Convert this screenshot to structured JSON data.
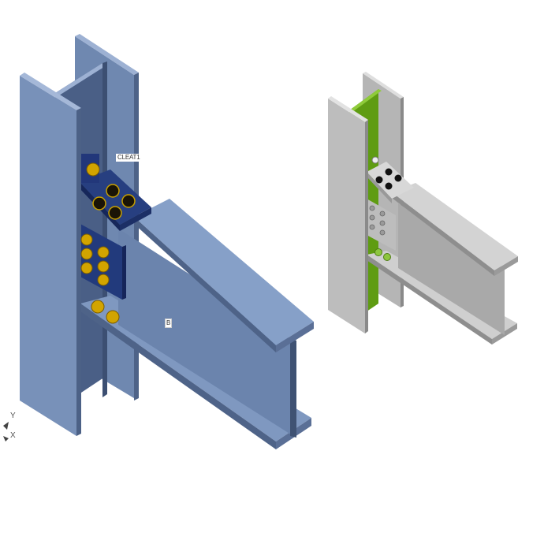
{
  "labels": {
    "cleat": "CLEAT1",
    "beam": "B"
  },
  "axes": {
    "y": "Y",
    "x": "X"
  },
  "models": [
    {
      "name": "colored-connection-model",
      "components": [
        "column",
        "beam",
        "cleat-top",
        "web-plate",
        "bolts"
      ]
    },
    {
      "name": "grey-connection-model",
      "components": [
        "column",
        "beam",
        "stiffener-green",
        "cleat-top",
        "web-plate",
        "bolts"
      ]
    }
  ],
  "colors": {
    "steel_blue_light": "#7c95bd",
    "steel_blue_mid": "#6a83ab",
    "steel_blue_dark": "#3f5273",
    "plate_navy": "#243a78",
    "bolt_gold": "#d4a800",
    "steel_grey_light": "#c9c9c9",
    "steel_grey_mid": "#a9a9a9",
    "steel_grey_dark": "#7a7a7a",
    "stiffener_green": "#6aa514",
    "bolt_green": "#8dc63f"
  }
}
